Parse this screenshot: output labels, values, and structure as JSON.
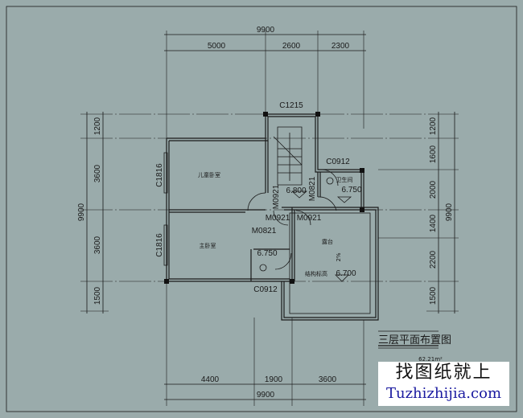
{
  "title": "三层平面布置图",
  "area": "62.21m²",
  "watermark": {
    "line1": "找图纸就上",
    "line2": "Tuzhizhijia.com"
  },
  "dims": {
    "top_total": "9900",
    "top": [
      "5000",
      "2600",
      "2300"
    ],
    "bottom_total": "9900",
    "bottom": [
      "4400",
      "1900",
      "3600"
    ],
    "left_total": "9900",
    "left": [
      "1200",
      "3600",
      "3600",
      "1500"
    ],
    "right_total": "9900",
    "right": [
      "1200",
      "1600",
      "2000",
      "1400",
      "2200",
      "1500"
    ]
  },
  "rooms": {
    "kids_bedroom": "儿童卧室",
    "master_bedroom": "主卧室",
    "bathroom": "卫生间",
    "terrace": "露台",
    "structure_level": "结构标高"
  },
  "levels": {
    "stair": "6.800",
    "bathroom_top": "6.750",
    "bathroom_bottom": "6.750",
    "terrace": "6.700"
  },
  "slope": "2%",
  "windows": {
    "stair": "C1215",
    "bath_top": "C0912",
    "bath_bottom": "C0912",
    "left_top": "C1816",
    "left_bottom": "C1816"
  },
  "doors": {
    "kids": "M0921",
    "bath_top": "M0821",
    "master": "M0921",
    "terrace": "M0921",
    "bath_bottom": "M0821"
  },
  "colors": {
    "background": "#9aabab",
    "lines": "#1a1a1a"
  }
}
